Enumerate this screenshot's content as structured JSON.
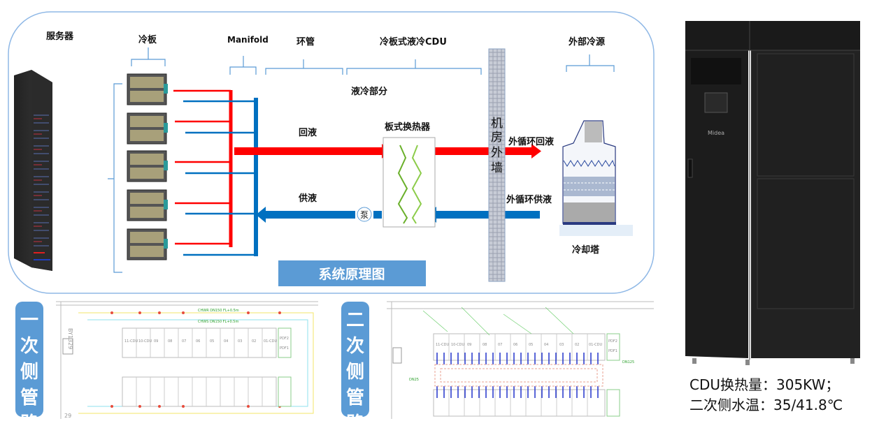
{
  "diagram": {
    "labels": {
      "server": "服务器",
      "cold_plate": "冷板",
      "manifold": "Manifold",
      "ring_pipe": "环管",
      "cdu": "冷板式液冷CDU",
      "external_source": "外部冷源",
      "liquid_section": "液冷部分",
      "return": "回液",
      "supply": "供液",
      "heat_exchanger": "板式换热器",
      "ext_return": "外循环回液",
      "ext_supply": "外循环供液",
      "pump": "泵",
      "wall": [
        "机",
        "房",
        "外",
        "墙"
      ],
      "cooling_tower": "冷却塔",
      "title": "系统原理图"
    },
    "colors": {
      "hot": "#ff0000",
      "cold": "#0070c0",
      "accent": "#5b9bd5",
      "exchanger": "#7ac142"
    }
  },
  "primary": {
    "label": [
      "一",
      "次",
      "侧",
      "管",
      "路"
    ],
    "drawing": {
      "building": "BY1329",
      "pipe_return": "CHWR DN150 FL+0.5m",
      "pipe_supply": "CHWS DN150 FL+0.5m",
      "modules": [
        "11-CDU",
        "10-CDU",
        "09",
        "08",
        "07",
        "06",
        "05",
        "04",
        "03",
        "02",
        "01-CDU"
      ],
      "pdf": [
        "PDF2",
        "PDF1"
      ],
      "row_number": "29"
    }
  },
  "secondary": {
    "label": [
      "二",
      "次",
      "侧",
      "管",
      "路"
    ],
    "drawing": {
      "modules": [
        "11-CDU",
        "10-CDU",
        "09",
        "08",
        "07",
        "06",
        "05",
        "04",
        "03",
        "02",
        "01-CDU"
      ],
      "pdf": [
        "PDF2",
        "PDF1"
      ],
      "notes": [
        "DN125",
        "DN25"
      ]
    }
  },
  "cdu_product": {
    "brand": "Midea",
    "spec_line1": "CDU换热量：305KW；",
    "spec_line2": "二次侧水温：35/41.8℃"
  }
}
